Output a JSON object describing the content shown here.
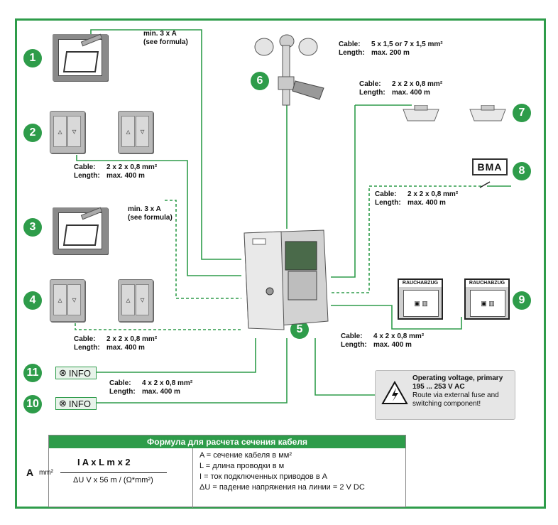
{
  "colors": {
    "accent": "#2e9c4a",
    "wire": "#2e9c4a"
  },
  "badges": [
    "1",
    "2",
    "3",
    "4",
    "5",
    "6",
    "7",
    "8",
    "9",
    "10",
    "11"
  ],
  "notes": {
    "n1": {
      "l1": "min. 3 x A",
      "l2": "(see formula)"
    },
    "n3": {
      "l1": "min. 3 x A",
      "l2": "(see formula)"
    },
    "n6": {
      "k1": "Cable:",
      "v1": "5 x 1,5 or 7 x 1,5 mm²",
      "k2": "Length:",
      "v2": "max. 200 m"
    },
    "n7": {
      "k1": "Cable:",
      "v1": "2 x 2 x 0,8 mm²",
      "k2": "Length:",
      "v2": "max. 400 m"
    },
    "n2": {
      "k1": "Cable:",
      "v1": "2 x 2 x 0,8 mm²",
      "k2": "Length:",
      "v2": "max. 400 m"
    },
    "n8": {
      "k1": "Cable:",
      "v1": "2 x 2 x 0,8 mm²",
      "k2": "Length:",
      "v2": "max. 400 m"
    },
    "n4": {
      "k1": "Cable:",
      "v1": "2 x 2 x 0,8 mm²",
      "k2": "Length:",
      "v2": "max. 400 m"
    },
    "n9": {
      "k1": "Cable:",
      "v1": "4 x 2 x 0,8 mm²",
      "k2": "Length:",
      "v2": "max. 400 m"
    },
    "n11": {
      "k1": "Cable:",
      "v1": "4 x 2 x 0,8 mm²",
      "k2": "Length:",
      "v2": "max. 400 m"
    }
  },
  "bma": "BMA",
  "info_label": "INFO",
  "panel_label": "RAUCHABZUG",
  "warning": {
    "l1": "Operating voltage, primary",
    "l2": "195 ... 253 V AC",
    "l3": "Route via external fuse and",
    "l4": "switching component!"
  },
  "formula": {
    "title": "Формула для расчета сечения кабеля",
    "lhs": "A",
    "lhs_unit": "mm²",
    "num": "I A x L m x 2",
    "den": "ΔU V x 56 m / (Ω*mm²)",
    "legend": [
      "A    = сечение кабеля в мм²",
      "L    = длина проводки в м",
      "I     = ток подключенных приводов в А",
      "ΔU  = падение напряжения на линии = 2 V DC"
    ]
  }
}
